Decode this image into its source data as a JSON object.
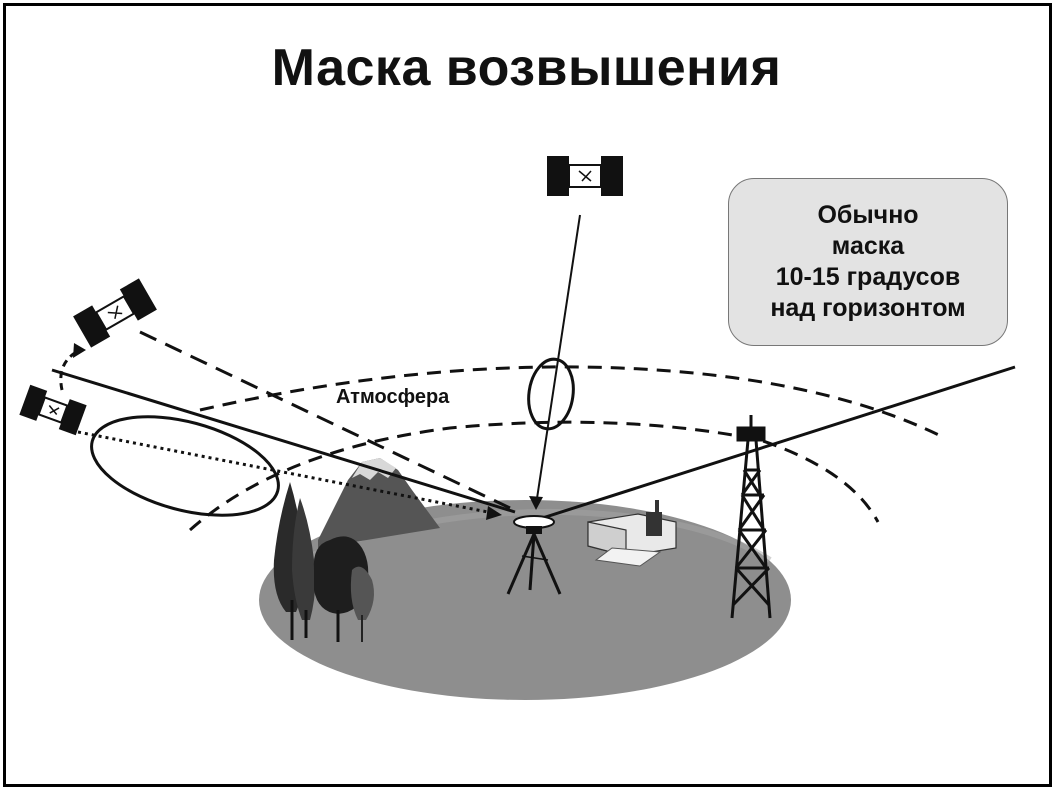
{
  "title": "Маска возвышения",
  "note": {
    "line1": "Обычно",
    "line2": "маска",
    "line3": "10-15 градусов",
    "line4": "над горизонтом"
  },
  "atmosphere_label": "Атмосфера",
  "colors": {
    "ground": "#8c8c8c",
    "note_fill": "#e3e3e3",
    "line": "#111111"
  }
}
